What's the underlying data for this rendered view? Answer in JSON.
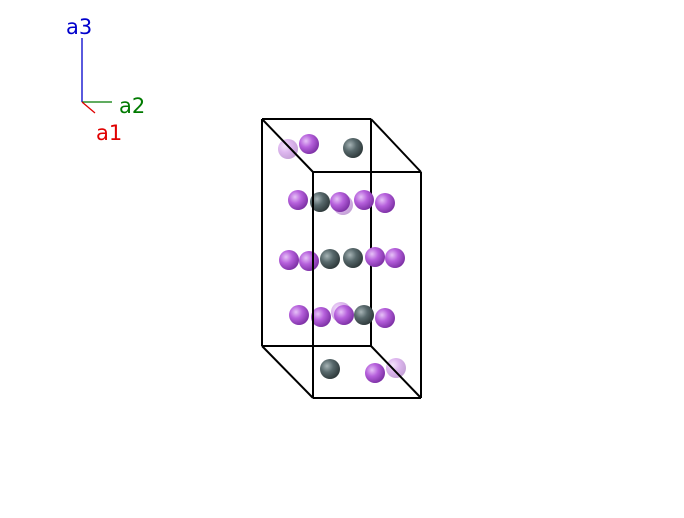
{
  "axes": {
    "a1": {
      "label": "a1",
      "color": "#e00000"
    },
    "a2": {
      "label": "a2",
      "color": "#007a00"
    },
    "a3": {
      "label": "a3",
      "color": "#0000cc"
    }
  },
  "colors": {
    "cell_edge": "#000000",
    "atom_purple": "#b55fd8",
    "atom_gray": "#56676a",
    "background": "#ffffff"
  },
  "atom_types": [
    "purple-atom",
    "gray-atom"
  ]
}
